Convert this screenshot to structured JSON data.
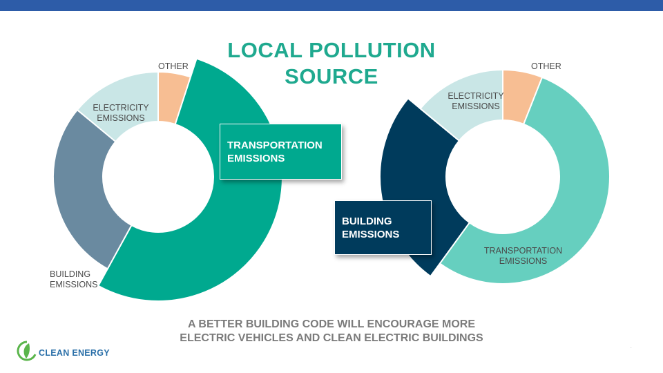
{
  "colors": {
    "header_bar": "#2d5ca8",
    "title": "#1fa98f",
    "other": "#f7be93",
    "electricity": "#c9e6e6",
    "building_left": "#6a8aa0",
    "transport_left": "#00a98f",
    "building_right": "#003b5c",
    "transport_right": "#66cfbf",
    "logo_text": "#2a6fa8",
    "logo_leaf": "#5ab54b"
  },
  "title": {
    "line1": "LOCAL POLLUTION",
    "line2": "SOURCE"
  },
  "left_labels": {
    "other": "OTHER",
    "electricity_1": "ELECTRICITY",
    "electricity_2": "EMISSIONS",
    "building_1": "BUILDING",
    "building_2": "EMISSIONS"
  },
  "right_labels": {
    "other": "OTHER",
    "electricity_1": "ELECTRICITY",
    "electricity_2": "EMISSIONS",
    "transport_1": "TRANSPORTATION",
    "transport_2": "EMISSIONS"
  },
  "callouts": {
    "transport_1": "TRANSPORTATION",
    "transport_2": "EMISSIONS",
    "building_1": "BUILDING",
    "building_2": "EMISSIONS"
  },
  "footer": {
    "line1": "A BETTER BUILDING CODE WILL ENCOURAGE MORE",
    "line2": "ELECTRIC VEHICLES AND CLEAN ELECTRIC BUILDINGS"
  },
  "logo": {
    "text": "CLEAN ENERGY"
  },
  "slide_number": ".",
  "chart_data": [
    {
      "type": "pie",
      "donut": true,
      "categories": [
        "OTHER",
        "TRANSPORTATION EMISSIONS",
        "BUILDING EMISSIONS",
        "ELECTRICITY EMISSIONS"
      ],
      "values": [
        5,
        53,
        28,
        14
      ],
      "highlight": "TRANSPORTATION EMISSIONS",
      "title": "",
      "legend": "none"
    },
    {
      "type": "pie",
      "donut": true,
      "categories": [
        "OTHER",
        "TRANSPORTATION EMISSIONS",
        "BUILDING EMISSIONS",
        "ELECTRICITY EMISSIONS"
      ],
      "values": [
        6,
        54,
        26,
        14
      ],
      "highlight": "BUILDING EMISSIONS",
      "title": "",
      "legend": "none"
    }
  ]
}
